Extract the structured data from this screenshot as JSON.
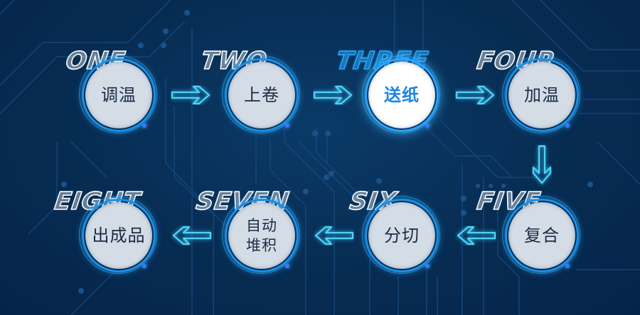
{
  "diagram": {
    "title": "",
    "steps": [
      {
        "index": "ONE",
        "label": "调温",
        "active": false
      },
      {
        "index": "TWO",
        "label": "上卷",
        "active": false
      },
      {
        "index": "THREE",
        "label": "送纸",
        "active": true
      },
      {
        "index": "FOUR",
        "label": "加温",
        "active": false
      },
      {
        "index": "FIVE",
        "label": "复合",
        "active": false
      },
      {
        "index": "SIX",
        "label": "分切",
        "active": false
      },
      {
        "index": "SEVEN",
        "label_line1": "自动",
        "label_line2": "堆积",
        "active": false
      },
      {
        "index": "EIGHT",
        "label": "出成品",
        "active": false
      }
    ],
    "flow": [
      {
        "from": "ONE",
        "to": "TWO",
        "direction": "right"
      },
      {
        "from": "TWO",
        "to": "THREE",
        "direction": "right"
      },
      {
        "from": "THREE",
        "to": "FOUR",
        "direction": "right"
      },
      {
        "from": "FOUR",
        "to": "FIVE",
        "direction": "down"
      },
      {
        "from": "FIVE",
        "to": "SIX",
        "direction": "left"
      },
      {
        "from": "SIX",
        "to": "SEVEN",
        "direction": "left"
      },
      {
        "from": "SEVEN",
        "to": "EIGHT",
        "direction": "left"
      }
    ],
    "colors": {
      "background": "#072c52",
      "circuit_lines": "#1a4f86",
      "arrow": "#4fd3f5",
      "ring": "#1a8fe6",
      "active_text": "#1a86e8",
      "active_index": "#2aa9ff",
      "node_fill": "#d4dde6",
      "node_text": "#1b2c44"
    }
  }
}
